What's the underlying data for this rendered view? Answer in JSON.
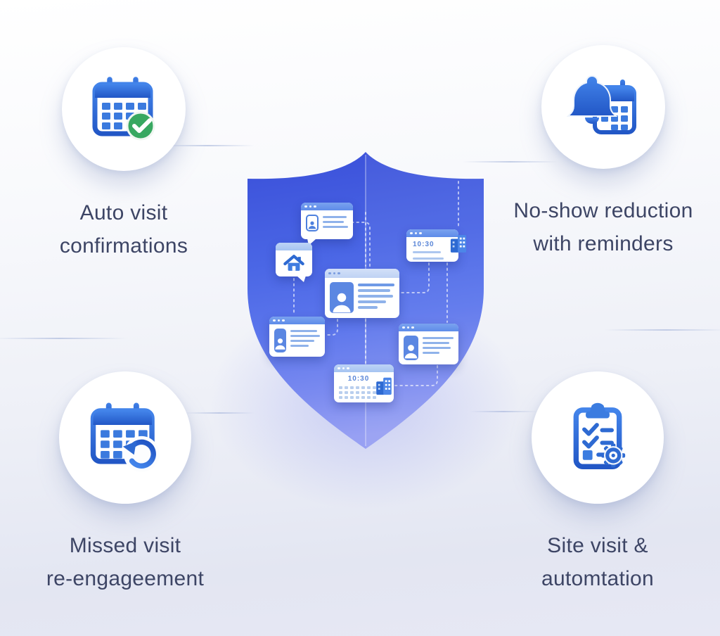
{
  "colors": {
    "label_text": "#3d4565",
    "icon_blue": "#2b65cf",
    "icon_blue_light": "#3f7ce0",
    "check_green": "#38a861",
    "shield_top": "#3a4fd9",
    "shield_bottom": "#97a0f3",
    "background_bottom": "#e3e6f2",
    "card_bar_blue": "#5e8ce9"
  },
  "features": [
    {
      "id": "auto-visit-confirmations",
      "icon": "calendar-check-icon",
      "line1": "Auto visit",
      "line2": "confirmations"
    },
    {
      "id": "no-show-reduction",
      "icon": "bell-calendar-icon",
      "line1": "No-show reduction",
      "line2": "with reminders"
    },
    {
      "id": "missed-visit-reengagement",
      "icon": "calendar-refresh-icon",
      "line1": "Missed visit",
      "line2": "re-engageement"
    },
    {
      "id": "site-visit-automation",
      "icon": "clipboard-checklist-gear-icon",
      "line1": "Site visit &",
      "line2": "automtation"
    }
  ],
  "shield": {
    "appointment_time_card": {
      "time": "10:30"
    },
    "calendar_schedule_card": {
      "time": "10:30"
    }
  }
}
